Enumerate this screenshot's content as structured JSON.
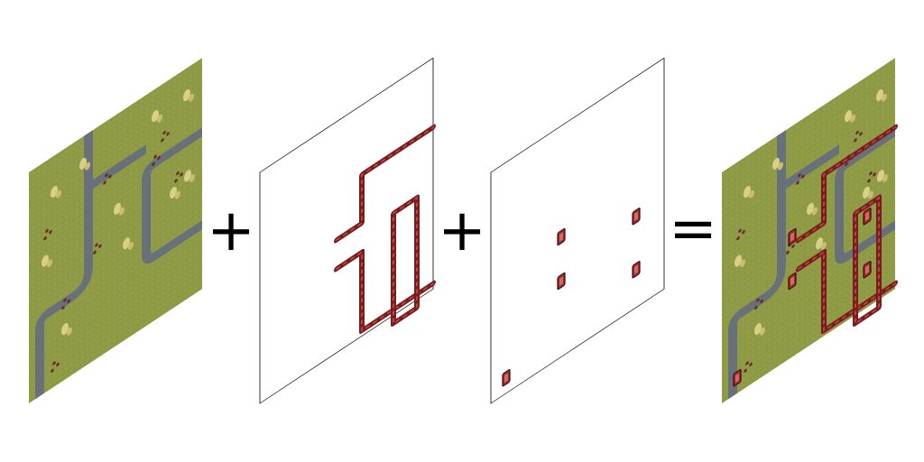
{
  "diagram": {
    "operators": {
      "plus_1": "+",
      "plus_2": "+",
      "equals": "="
    },
    "colors": {
      "grass": "#8f9b45",
      "grass_dark": "#7d8a3a",
      "road": "#687179",
      "road_edge": "#596168",
      "wall": "#7c1b1b",
      "wall_light": "#b44a4a",
      "tower": "#9c2b2b",
      "panel_stroke": "#000000"
    },
    "panels": [
      {
        "name": "terrain-layer-panel",
        "content": "terrain"
      },
      {
        "name": "walls-layer-panel",
        "content": "walls"
      },
      {
        "name": "towers-layer-panel",
        "content": "towers"
      },
      {
        "name": "composite-map-panel",
        "content": "composite"
      }
    ]
  }
}
